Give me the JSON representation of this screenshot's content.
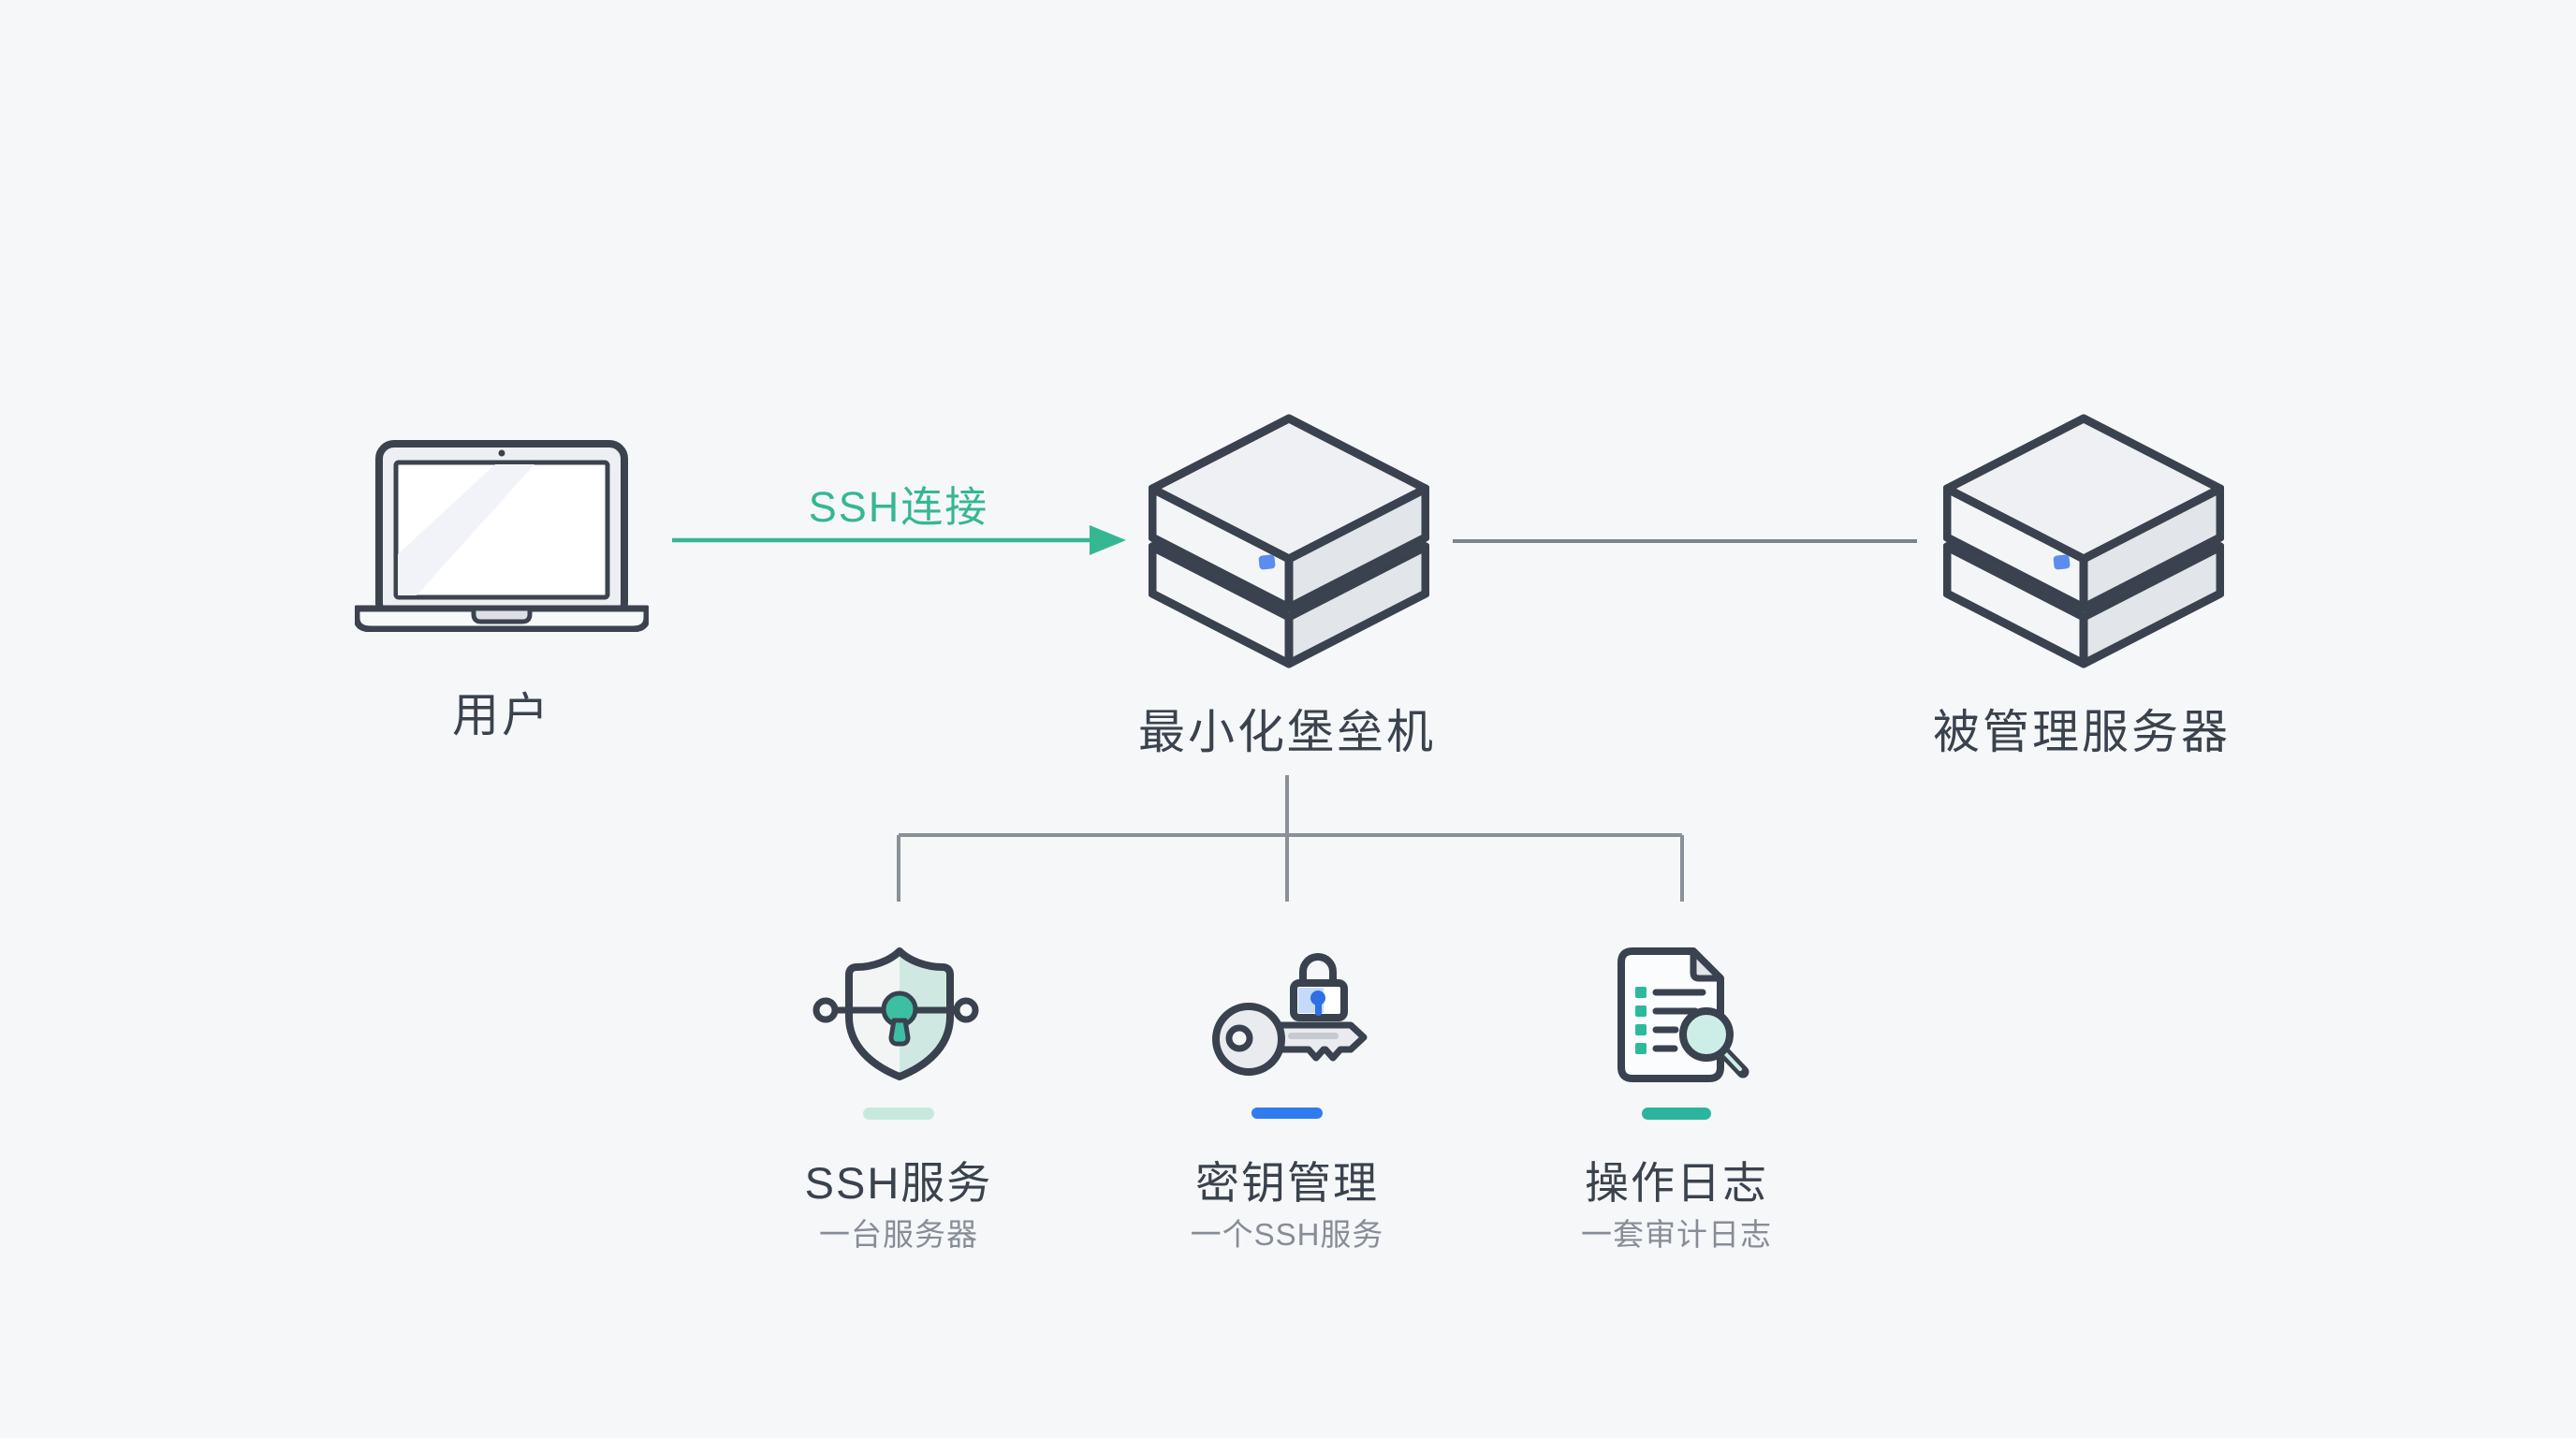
{
  "diagram": {
    "nodes": {
      "user": {
        "label": "用户",
        "icon": "laptop-icon"
      },
      "bastion": {
        "label": "最小化堡垒机",
        "icon": "server-stack-icon"
      },
      "managed": {
        "label": "被管理服务器",
        "icon": "server-stack-icon"
      }
    },
    "ssh_connection": {
      "label": "SSH连接"
    },
    "features": [
      {
        "title": "SSH服务",
        "subtitle": "一台服务器",
        "icon": "shield-keyhole-icon",
        "accent": "#c7e9dd"
      },
      {
        "title": "密钥管理",
        "subtitle": "一个SSH服务",
        "icon": "key-lock-icon",
        "accent": "#2f7bf0"
      },
      {
        "title": "操作日志",
        "subtitle": "一套审计日志",
        "icon": "document-magnifier-icon",
        "accent": "#2cb59c"
      }
    ],
    "colors": {
      "background": "#f6f7f9",
      "outline": "#3a4250",
      "teal_accent": "#35b793",
      "teal_deep": "#2cb59c",
      "mint_fill": "#cfe9e2",
      "mint_light": "#c7e9dd",
      "blue_accent": "#2f7bf0",
      "blue_light": "#c5d9f8",
      "led_blue": "#5b8cf0",
      "text_primary": "#3a424d",
      "text_secondary": "#878d96",
      "connector_gray": "#8a9097"
    }
  }
}
